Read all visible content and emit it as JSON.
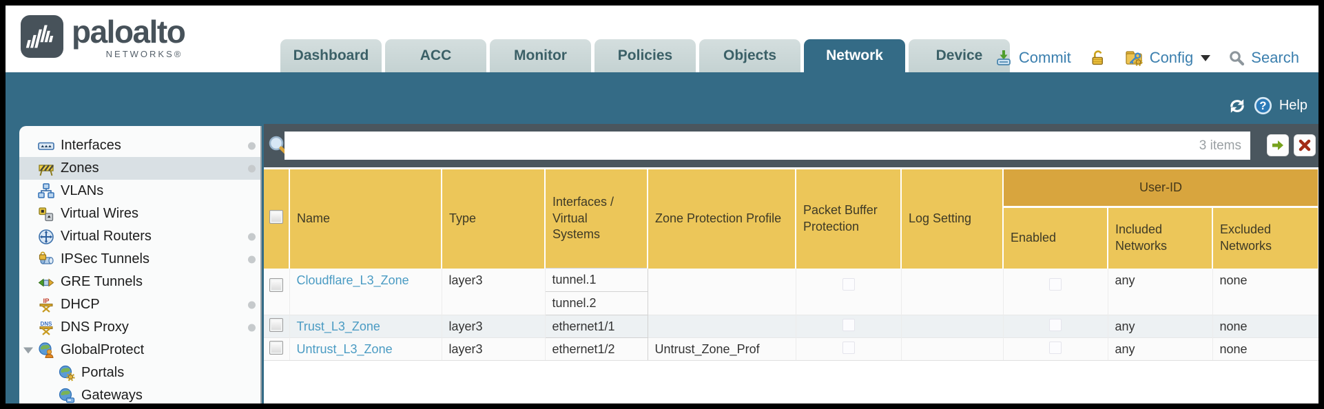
{
  "brand": {
    "name": "paloalto",
    "networks": "NETWORKS®"
  },
  "nav": {
    "tabs": [
      {
        "label": "Dashboard"
      },
      {
        "label": "ACC"
      },
      {
        "label": "Monitor"
      },
      {
        "label": "Policies"
      },
      {
        "label": "Objects"
      },
      {
        "label": "Network"
      },
      {
        "label": "Device"
      }
    ],
    "active_tab": "Network"
  },
  "actions": {
    "commit": "Commit",
    "config": "Config",
    "search": "Search"
  },
  "utility": {
    "help": "Help"
  },
  "filter": {
    "value": "",
    "count": "3 items"
  },
  "sidebar": {
    "items": [
      {
        "label": "Interfaces"
      },
      {
        "label": "Zones"
      },
      {
        "label": "VLANs"
      },
      {
        "label": "Virtual Wires"
      },
      {
        "label": "Virtual Routers"
      },
      {
        "label": "IPSec Tunnels"
      },
      {
        "label": "GRE Tunnels"
      },
      {
        "label": "DHCP"
      },
      {
        "label": "DNS Proxy"
      },
      {
        "label": "GlobalProtect"
      },
      {
        "label": "Portals"
      },
      {
        "label": "Gateways"
      }
    ],
    "selected": "Zones"
  },
  "table": {
    "group_header": "User-ID",
    "columns": [
      "Name",
      "Type",
      "Interfaces / Virtual Systems",
      "Zone Protection Profile",
      "Packet Buffer Protection",
      "Log Setting",
      "Enabled",
      "Included Networks",
      "Excluded Networks"
    ],
    "rows": [
      {
        "name": "Cloudflare_L3_Zone",
        "type": "layer3",
        "interfaces": [
          "tunnel.1",
          "tunnel.2"
        ],
        "zone_protection_profile": "",
        "log_setting": "",
        "included_networks": "any",
        "excluded_networks": "none"
      },
      {
        "name": "Trust_L3_Zone",
        "type": "layer3",
        "interfaces": [
          "ethernet1/1"
        ],
        "zone_protection_profile": "",
        "log_setting": "",
        "included_networks": "any",
        "excluded_networks": "none"
      },
      {
        "name": "Untrust_L3_Zone",
        "type": "layer3",
        "interfaces": [
          "ethernet1/2"
        ],
        "zone_protection_profile": "Untrust_Zone_Prof",
        "log_setting": "",
        "included_networks": "any",
        "excluded_networks": "none"
      }
    ]
  },
  "colors": {
    "teal": "#346b86",
    "slate": "#4a565e",
    "header_gold": "#ecc659",
    "group_gold": "#d8a53e",
    "link_blue": "#4a9bc3",
    "action_blue": "#3b7fae"
  }
}
